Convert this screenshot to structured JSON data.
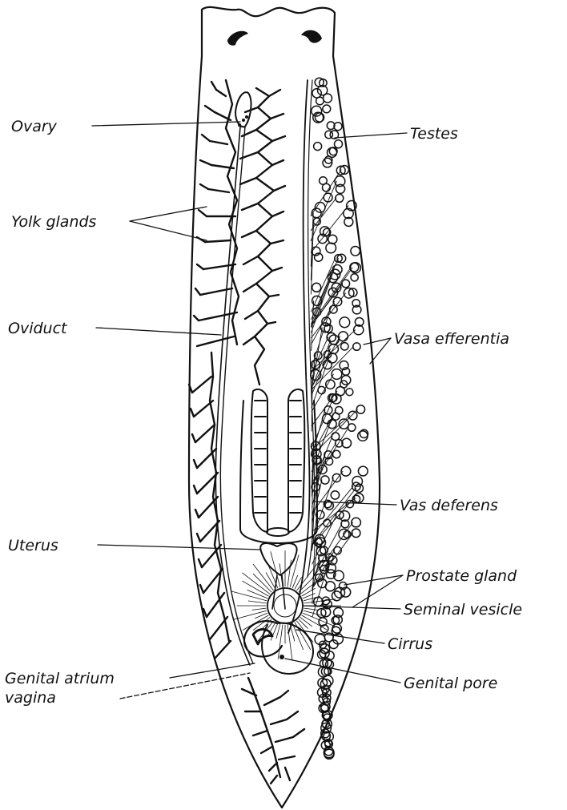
{
  "labels": {
    "ovary": "Ovary",
    "yolk_glands": "Yolk glands",
    "oviduct": "Oviduct",
    "uterus": "Uterus",
    "genital_atrium": "Genital atrium",
    "vagina": "vagina",
    "testes": "Testes",
    "vasa_efferentia": "Vasa efferentia",
    "vas_deferens": "Vas deferens",
    "prostate_gland": "Prostate gland",
    "seminal_vesicle": "Seminal vesicle",
    "cirrus": "Cirrus",
    "genital_pore": "Genital pore"
  },
  "colors": {
    "ink": "#111111",
    "background": "#ffffff"
  }
}
